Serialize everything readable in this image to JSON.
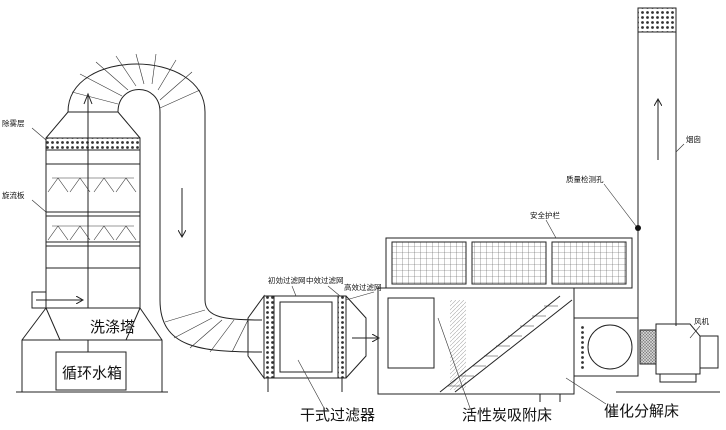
{
  "labels": {
    "demister": "除雾层",
    "spinner": "旋流板",
    "scrubber": "洗涤塔",
    "tank": "循环水箱",
    "primary_filter": "初効过滤网",
    "medium_filter": "中效过滤网",
    "hepa_filter": "高效过滤网",
    "dry_filter": "干式过滤器",
    "guardrail": "安全护栏",
    "sampling_hole": "质量检测孔",
    "chimney": "烟囱",
    "fan": "风机",
    "carbon_bed": "活性炭吸附床",
    "catalytic_bed": "催化分解床"
  }
}
